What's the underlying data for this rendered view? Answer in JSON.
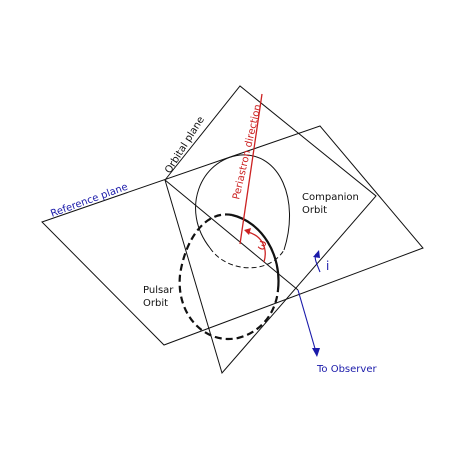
{
  "labels": {
    "reference_plane": "Reference plane",
    "orbital_plane": "Orbital plane",
    "periastron_direction": "Periastron direction",
    "companion_line1": "Companion",
    "companion_line2": "Orbit",
    "pulsar_line1": "Pulsar",
    "pulsar_line2": "Orbit",
    "omega": "ω",
    "inclination": "i",
    "to_observer": "To Observer"
  },
  "colors": {
    "reference": "#1a1aaa",
    "periastron": "#cc2222",
    "orbits": "#111111"
  }
}
